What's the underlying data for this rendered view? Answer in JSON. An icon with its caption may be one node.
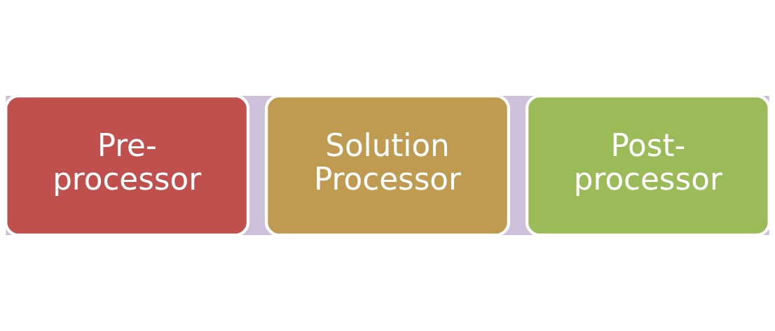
{
  "diagram": {
    "nodes": [
      {
        "text": [
          "Pre-processor"
        ]
      },
      {
        "text": [
          "Solution Processor"
        ]
      },
      {
        "text": [
          "Post-processor"
        ]
      }
    ]
  }
}
